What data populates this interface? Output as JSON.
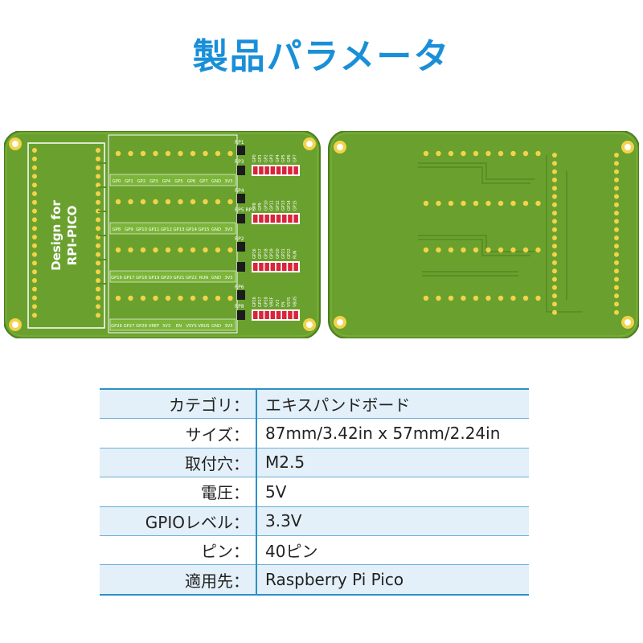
{
  "title": "製品パラメータ",
  "board_front": {
    "design_line1": "Design for",
    "design_line2": "RPI-PICO",
    "rows": [
      {
        "rp_top": "RP1",
        "rp_bottom": "RP3",
        "pins": [
          "GP0",
          "GP1",
          "GP2",
          "GP3",
          "GP4",
          "GP5",
          "GP6",
          "GP7",
          "GND",
          "3V3"
        ],
        "side": [
          "GP0",
          "GP1",
          "GP2",
          "GP3",
          "GP4",
          "GP5",
          "GP6",
          "GP7"
        ]
      },
      {
        "rp_top": "RP4",
        "rp_bottom": "RP5 RP7",
        "pins": [
          "GP8",
          "GP9",
          "GP10",
          "GP11",
          "GP12",
          "GP13",
          "GP14",
          "GP15",
          "GND",
          "3V3"
        ],
        "side": [
          "GP8",
          "GP9",
          "GP10",
          "GP11",
          "GP12",
          "GP13",
          "GP14",
          "GP15"
        ]
      },
      {
        "rp_top": "RP2",
        "rp_bottom": "",
        "pins": [
          "GP16",
          "GP17",
          "GP18",
          "GP19",
          "GP20",
          "GP21",
          "GP22",
          "RUN",
          "GND",
          "3V3"
        ],
        "side": [
          "GP16",
          "GP17",
          "GP18",
          "GP19",
          "GP20",
          "GP21",
          "GP22",
          "RUN"
        ]
      },
      {
        "rp_top": "RP6",
        "rp_bottom": "RP8",
        "pins": [
          "GP26",
          "GP27",
          "GP28",
          "VREF",
          "3V3",
          "EN",
          "VSYS",
          "VBUS",
          "GND",
          "3V3"
        ],
        "side": [
          "GP26",
          "GP27",
          "GP28",
          "VREF",
          "3V3",
          "EN",
          "VSYS",
          "VBUS"
        ]
      }
    ]
  },
  "spec": [
    {
      "key": "カテゴリ：",
      "value": "エキスパンドボード"
    },
    {
      "key": "サイズ：",
      "value": "87mm/3.42in x 57mm/2.24in"
    },
    {
      "key": "取付穴：",
      "value": "M2.5"
    },
    {
      "key": "電圧：",
      "value": "5V"
    },
    {
      "key": "GPIOレベル：",
      "value": "3.3V"
    },
    {
      "key": "ピン：",
      "value": "40ピン"
    },
    {
      "key": "適用先：",
      "value": "Raspberry Pi Pico"
    }
  ],
  "colors": {
    "title": "#1a8fd8",
    "pcb": "#6aa12e",
    "pcb_edge": "#4e7d1f",
    "trace": "#5a8f26",
    "pad": "#f2d34a",
    "header": "#d8253b",
    "table_line": "#2c90c8",
    "table_shade": "#e3f0f9"
  }
}
